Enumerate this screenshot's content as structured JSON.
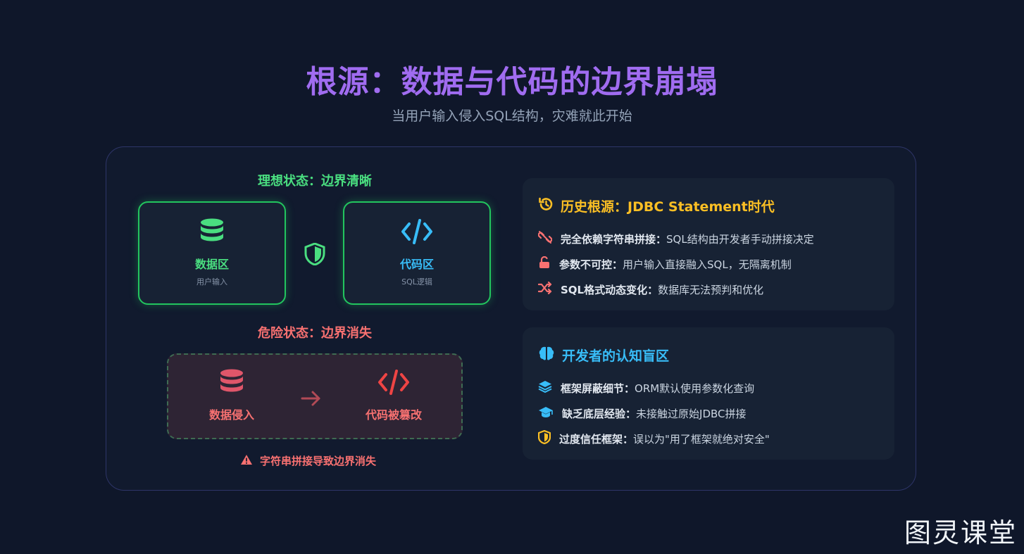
{
  "header": {
    "title": "根源：数据与代码的边界崩塌",
    "subtitle": "当用户输入侵入SQL结构，灾难就此开始"
  },
  "ideal": {
    "label": "理想状态：边界清晰",
    "data_zone": {
      "title": "数据区",
      "sub": "用户输入",
      "icon": "database-icon"
    },
    "code_zone": {
      "title": "代码区",
      "sub": "SQL逻辑",
      "icon": "code-icon"
    },
    "separator_icon": "shield-icon"
  },
  "danger": {
    "label": "危险状态：边界消失",
    "inject": {
      "title": "数据侵入",
      "icon": "database-icon"
    },
    "tampered": {
      "title": "代码被篡改",
      "icon": "code-icon"
    },
    "arrow_icon": "arrow-right-icon",
    "warning": "字符串拼接导致边界消失",
    "warning_icon": "warning-icon"
  },
  "history": {
    "title": "历史根源：JDBC Statement时代",
    "icon": "history-icon",
    "items": [
      {
        "icon": "broken-link-icon",
        "label": "完全依赖字符串拼接：",
        "value": "SQL结构由开发者手动拼接决定"
      },
      {
        "icon": "unlock-icon",
        "label": "参数不可控：",
        "value": "用户输入直接融入SQL，无隔离机制"
      },
      {
        "icon": "shuffle-icon",
        "label": "SQL格式动态变化：",
        "value": "数据库无法预判和优化"
      }
    ]
  },
  "blindspot": {
    "title": "开发者的认知盲区",
    "icon": "brain-icon",
    "items": [
      {
        "icon": "layers-icon",
        "label": "框架屏蔽细节：",
        "value": "ORM默认使用参数化查询"
      },
      {
        "icon": "graduation-cap-icon",
        "label": "缺乏底层经验：",
        "value": "未接触过原始JDBC拼接"
      },
      {
        "icon": "shield-icon",
        "label": "过度信任框架：",
        "value": "误以为\"用了框架就绝对安全\""
      }
    ]
  },
  "watermark": "图灵课堂",
  "colors": {
    "background": "#0f172a",
    "title": "#a06cf0",
    "green": "#4ade80",
    "blue": "#38bdf8",
    "red": "#f87171",
    "amber": "#fbbf24"
  }
}
